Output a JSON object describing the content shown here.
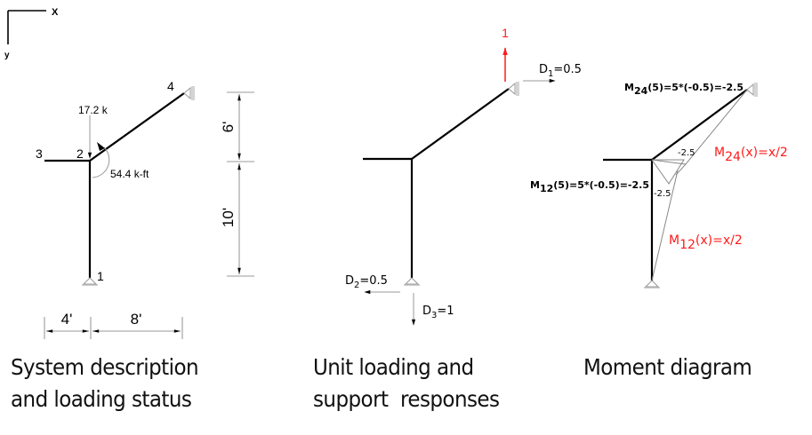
{
  "axes": {
    "x_label": "X",
    "y_label": "y"
  },
  "panel1": {
    "caption_line1": "System description",
    "caption_line2": "and loading status",
    "nodes": {
      "n1": "1",
      "n2": "2",
      "n3": "3",
      "n4": "4"
    },
    "load_label": "17.2 k",
    "moment_label": "54.4 k-ft",
    "dim_vertical_top": "6'",
    "dim_vertical_bottom": "10'",
    "dim_horizontal_left": "4'",
    "dim_horizontal_right": "8'"
  },
  "panel2": {
    "caption_line1": "Unit loading and",
    "caption_line2": "support  responses",
    "unit_load": "1",
    "d1": {
      "sym": "D",
      "sub": "1",
      "val": "=0.5"
    },
    "d2": {
      "sym": "D",
      "sub": "2",
      "val": "=0.5"
    },
    "d3": {
      "sym": "D",
      "sub": "3",
      "val": "=1"
    }
  },
  "panel3": {
    "caption": "Moment diagram",
    "m24_value": {
      "sym": "M",
      "sub": "24",
      "expr": "(5)=5*(-0.5)=-2.5"
    },
    "m12_value": {
      "sym": "M",
      "sub": "12",
      "expr": "(5)=5*(-0.5)=-2.5"
    },
    "m24_func": {
      "sym": "M",
      "sub": "24",
      "expr": "(x)=x/2"
    },
    "m12_func": {
      "sym": "M",
      "sub": "12",
      "expr": "(x)=x/2"
    },
    "tick_top": "-2.5",
    "tick_side": "-2.5"
  },
  "colors": {
    "member": "#000000",
    "thin": "#888888",
    "red": "#ff1a1a",
    "support": "#999999"
  }
}
